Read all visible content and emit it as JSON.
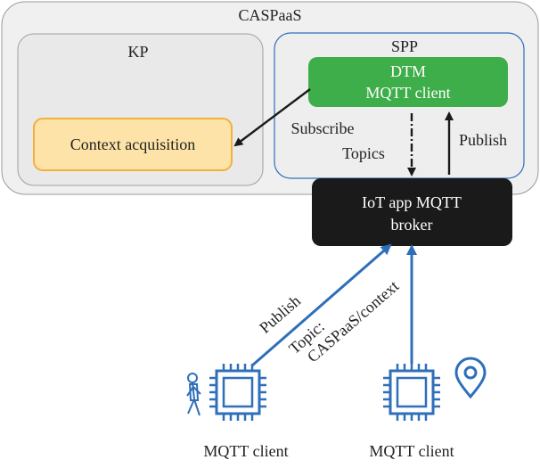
{
  "caspaas": {
    "label": "CASPaaS"
  },
  "kp": {
    "label": "KP",
    "context_acquisition": "Context acquisition"
  },
  "spp": {
    "label": "SPP",
    "dtm_line1": "DTM",
    "dtm_line2": "MQTT client"
  },
  "broker": {
    "line1": "IoT app MQTT",
    "line2": "broker"
  },
  "edges": {
    "subscribe": "Subscribe",
    "topics": "Topics",
    "publish_up": "Publish",
    "publish_client": "Publish",
    "topic_line1": "Topic:",
    "topic_line2": "CASPaaS/context"
  },
  "clients": {
    "left_label": "MQTT client",
    "right_label": "MQTT client"
  },
  "colors": {
    "green": "#3dae49",
    "orange_fill": "#fde3a7",
    "orange_stroke": "#f2b13c",
    "blue": "#2f6fba",
    "broker": "#1a1a1a",
    "panel": "#f0f0f0"
  },
  "icons": [
    "chip-icon",
    "walking-person-icon",
    "location-pin-icon"
  ]
}
